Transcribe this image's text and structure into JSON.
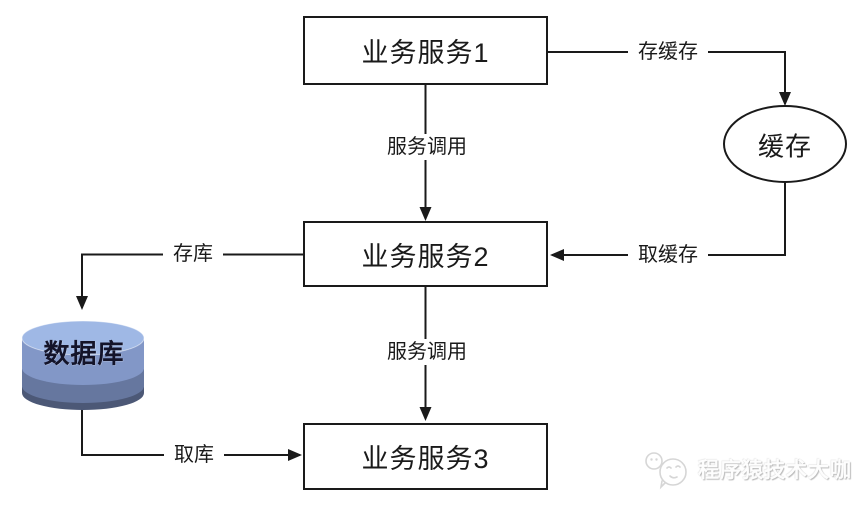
{
  "diagram": {
    "title": "service-cache-database-flow",
    "nodes": {
      "service1": {
        "label": "业务服务1",
        "shape": "rect"
      },
      "service2": {
        "label": "业务服务2",
        "shape": "rect"
      },
      "service3": {
        "label": "业务服务3",
        "shape": "rect"
      },
      "cache": {
        "label": "缓存",
        "shape": "ellipse"
      },
      "database": {
        "label": "数据库",
        "shape": "cylinder"
      }
    },
    "edges": [
      {
        "from": "service1",
        "to": "cache",
        "label": "存缓存"
      },
      {
        "from": "service1",
        "to": "service2",
        "label": "服务调用"
      },
      {
        "from": "cache",
        "to": "service2",
        "label": "取缓存"
      },
      {
        "from": "service2",
        "to": "database",
        "label": "存库"
      },
      {
        "from": "service2",
        "to": "service3",
        "label": "服务调用"
      },
      {
        "from": "database",
        "to": "service3",
        "label": "取库"
      }
    ],
    "colors": {
      "line": "#1a1a1a",
      "node_border": "#1a1a1a",
      "node_fill": "#ffffff",
      "db_top": "#9fb8e5",
      "db_band_light": "#8297c7",
      "db_band_mid": "#66779f",
      "db_band_dark": "#4c5876",
      "db_text": "#14142a"
    }
  },
  "watermark": {
    "text": "程序猿技术大咖",
    "icon": "monkey-logo"
  }
}
